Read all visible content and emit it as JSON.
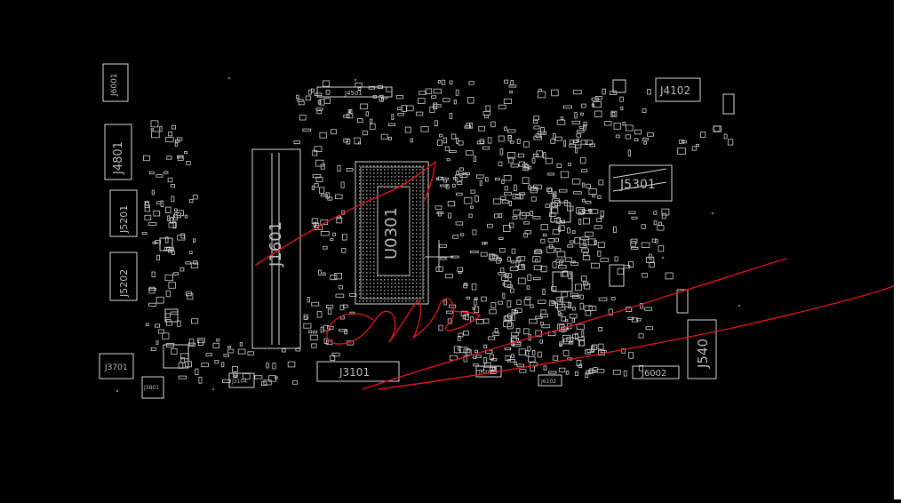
{
  "viewer": {
    "background": "#000000",
    "trace_color": "#ffffff",
    "annotation_color": "#e0161b",
    "side_strip_color": "#ffffff"
  },
  "board": {
    "components": [
      {
        "id": "J6001",
        "label": "J6001"
      },
      {
        "id": "J4801",
        "label": "J4801"
      },
      {
        "id": "J5201",
        "label": "J5201"
      },
      {
        "id": "J5202",
        "label": "J5202"
      },
      {
        "id": "J3701",
        "label": "J3701"
      },
      {
        "id": "J3801",
        "label": "J3801"
      },
      {
        "id": "J3104",
        "label": "J3104"
      },
      {
        "id": "J1601",
        "label": "J1601"
      },
      {
        "id": "J4501",
        "label": "J4501"
      },
      {
        "id": "U0301",
        "label": "U0301"
      },
      {
        "id": "J3101",
        "label": "J3101"
      },
      {
        "id": "J4102",
        "label": "J4102"
      },
      {
        "id": "J5301",
        "label": "J5301"
      },
      {
        "id": "J6102",
        "label": "J6102"
      },
      {
        "id": "J6002",
        "label": "J6002"
      },
      {
        "id": "J540",
        "label": "J540"
      },
      {
        "id": "J4001",
        "label": "J4001"
      }
    ]
  }
}
